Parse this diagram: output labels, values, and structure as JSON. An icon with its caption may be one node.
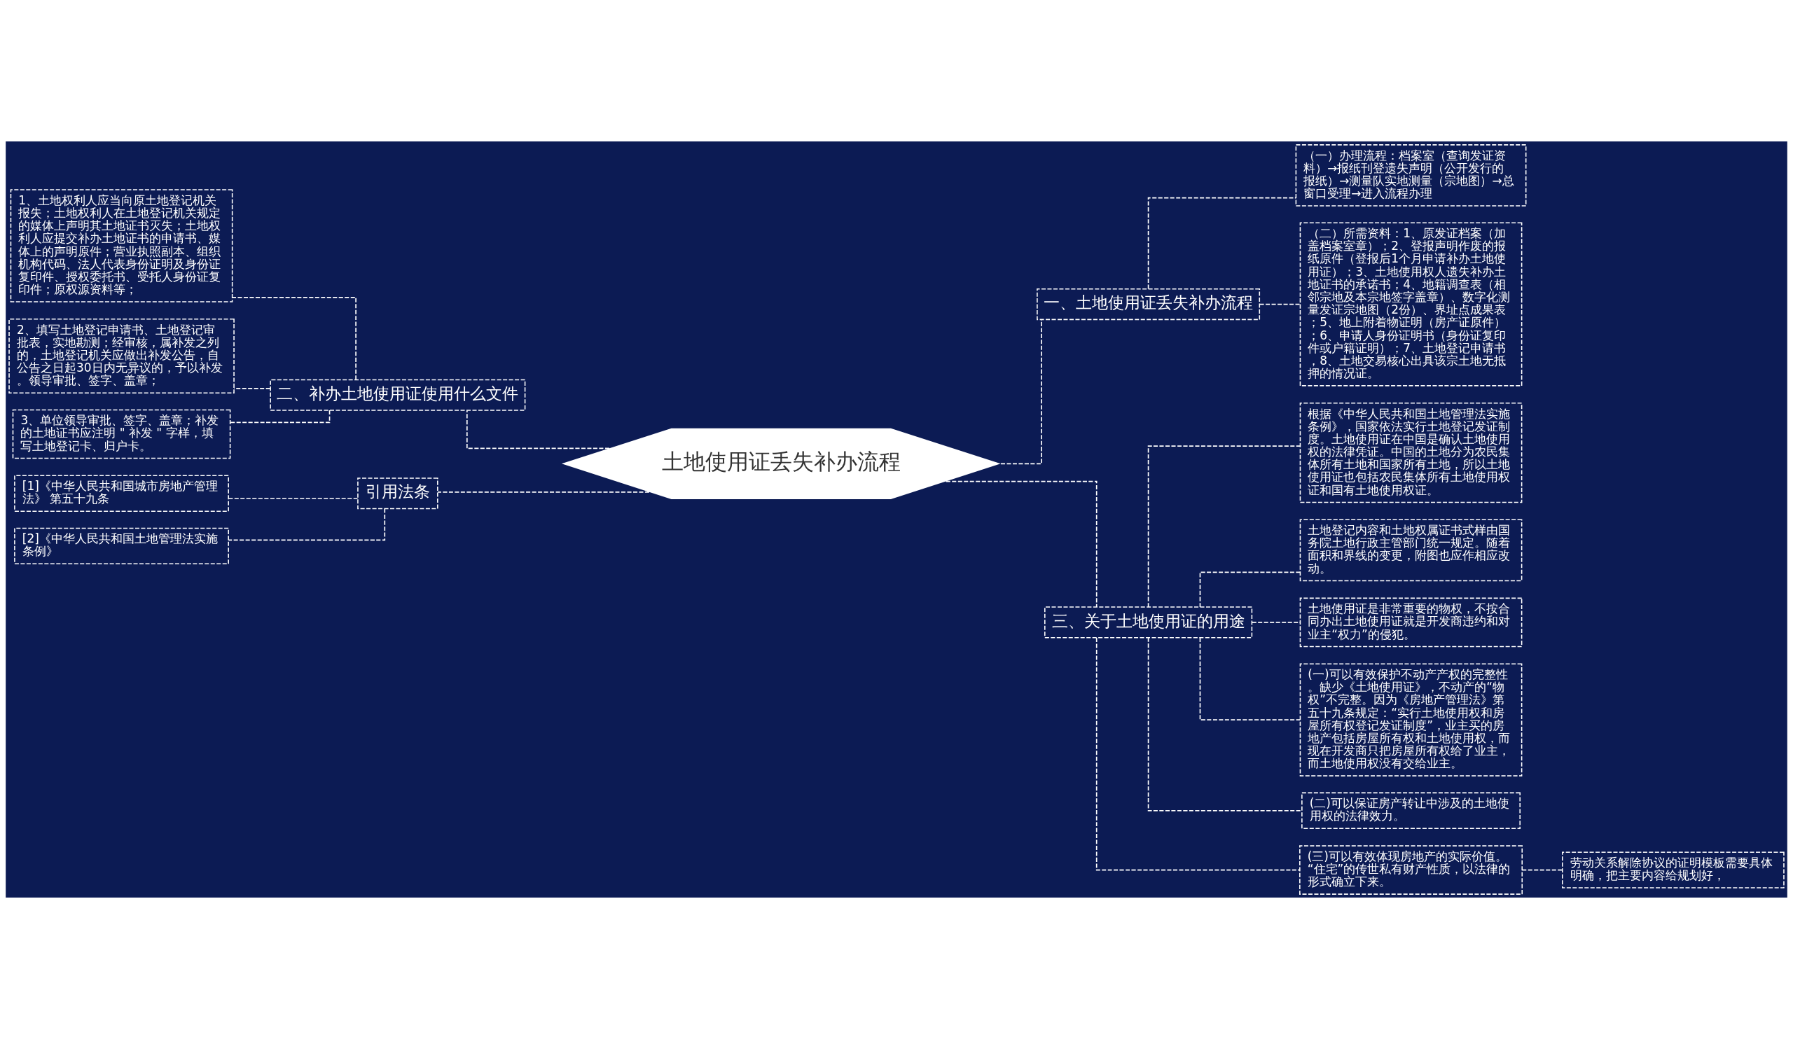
{
  "diagram": {
    "nodes": [
      {
        "text": [
          "土地使用证丢失补办流程"
        ]
      },
      {
        "text": [
          "一、土地使用证丢失补办流程"
        ]
      },
      {
        "text": [
          "（一）办理流程：档案室（查询发证资料）→报纸刊登遗失声明（公开发行的报纸）→测量队实地测量（宗地图）→总窗口受理→进入流程办理"
        ]
      },
      {
        "text": [
          "（二）所需资料：1、原发证档案（加盖档案室章）；2、登报声明作废的报纸原件（登报后1个月申请补办土地使用证）；3、土地使用权人遗失补办土地证书的承诺书；4、地籍调查表（相邻宗地及本宗地签字盖章）、数字化测量发证宗地图（2份）、界址点成果表；5、地上附着物证明（房产证原件）；6、申请人身份证明书（身份证复印件或户籍证明）；7、土地登记申请书，8、土地交易核心出具该宗土地无抵押的情况证。"
        ]
      },
      {
        "text": [
          "三、关于土地使用证的用途"
        ]
      },
      {
        "text": [
          "根据《中华人民共和国土地管理法实施条例》，国家依法实行土地登记发证制度。土地使用证在中国是确认土地使用权的法律凭证。中国的土地分为农民集体所有土地和国家所有土地，所以土地使用证也包括农民集体所有土地使用权证和国有土地使用权证。"
        ]
      },
      {
        "text": [
          "土地登记内容和土地权属证书式样由国务院土地行政主管部门统一规定。随着面积和界线的变更，附图也应作相应改动。"
        ]
      },
      {
        "text": [
          "土地使用证是非常重要的物权，不按合同办出土地使用证就是开发商违约和对业主“权力”的侵犯。"
        ]
      },
      {
        "text": [
          "(一)可以有效保护不动产产权的完整性。缺少《土地使用证》，不动产的“物权”不完整。因为《房地产管理法》第五十九条规定：“实行土地使用权和房屋所有权登记发证制度”，业主买的房地产包括房屋所有权和土地使用权，而现在开发商只把房屋所有权给了业主，而土地使用权没有交给业主。"
        ]
      },
      {
        "text": [
          "(二)可以保证房产转让中涉及的土地使用权的法律效力。"
        ]
      },
      {
        "text": [
          "(三)可以有效体现房地产的实际价值。“住宅”的传世私有财产性质，以法律的形式确立下来。"
        ]
      },
      {
        "text": [
          "劳动关系解除协议的证明模板需要具体明确，把主要内容给规划好，"
        ]
      },
      {
        "text": [
          "二、补办土地使用证使用什么文件"
        ]
      },
      {
        "text": [
          "1、土地权利人应当向原土地登记机关报失；土地权利人在土地登记机关规定的媒体上声明其土地证书灭失；土地权利人应提交补办土地证书的申请书、媒体上的声明原件；营业执照副本、组织机构代码、法人代表身份证明及身份证复印件、授权委托书、受托人身份证复印件；原权源资料等；"
        ]
      },
      {
        "text": [
          "2、填写土地登记申请书、土地登记审批表，实地勘测；经审核，属补发之列的，土地登记机关应做出补发公告，自公告之日起30日内无异议的，予以补发。领导审批、签字、盖章；"
        ]
      },
      {
        "text": [
          "3、单位领导审批、签字、盖章；补发的土地证书应注明 \" 补发 \" 字样，填写土地登记卡、归户卡。"
        ]
      },
      {
        "text": [
          "引用法条"
        ]
      },
      {
        "text": [
          "[1]《中华人民共和国城市房地产管理法》 第五十九条"
        ]
      },
      {
        "text": [
          "[2]《中华人民共和国土地管理法实施条例》"
        ]
      }
    ],
    "edges": [
      {
        "from": 0,
        "to": 1,
        "arrow": "none"
      },
      {
        "from": 1,
        "to": 2,
        "arrow": "none"
      },
      {
        "from": 1,
        "to": 3,
        "arrow": "none"
      },
      {
        "from": 0,
        "to": 4,
        "arrow": "none"
      },
      {
        "from": 4,
        "to": 5,
        "arrow": "none"
      },
      {
        "from": 4,
        "to": 6,
        "arrow": "none"
      },
      {
        "from": 4,
        "to": 7,
        "arrow": "none"
      },
      {
        "from": 4,
        "to": 8,
        "arrow": "none"
      },
      {
        "from": 4,
        "to": 9,
        "arrow": "none"
      },
      {
        "from": 4,
        "to": 10,
        "arrow": "none"
      },
      {
        "from": 10,
        "to": 11,
        "arrow": "none"
      },
      {
        "from": 0,
        "to": 12,
        "arrow": "none"
      },
      {
        "from": 12,
        "to": 13,
        "arrow": "none"
      },
      {
        "from": 12,
        "to": 14,
        "arrow": "none"
      },
      {
        "from": 12,
        "to": 15,
        "arrow": "none"
      },
      {
        "from": 0,
        "to": 16,
        "arrow": "none"
      },
      {
        "from": 16,
        "to": 17,
        "arrow": "none"
      },
      {
        "from": 16,
        "to": 18,
        "arrow": "none"
      }
    ]
  }
}
